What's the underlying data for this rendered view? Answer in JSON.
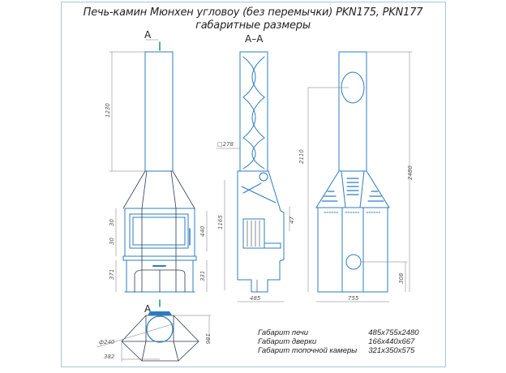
{
  "title": {
    "line1": "Печь-камин Мюнхен угловоу (без перемычки) PKN175, PKN177",
    "line2": "габаритные размеры"
  },
  "section_labels": {
    "a_top": "A",
    "a_bottom": "A",
    "section": "A–A"
  },
  "dimensions": {
    "front": {
      "chimney_height": "1230",
      "top_offset": "30",
      "bottom_offset": "30",
      "door_height": "440",
      "base_height": "371",
      "base_inner": "331"
    },
    "section": {
      "pipe_size": "□278",
      "height": "1165",
      "gap": "47",
      "depth": "485",
      "total": "2110"
    },
    "side": {
      "total_height": "2480",
      "outlet_height": "308",
      "width": "755"
    },
    "plan": {
      "diameter": "ф240",
      "offset": "382",
      "depth": "186"
    }
  },
  "specs": [
    {
      "label": "Габарит печи",
      "value": "485x755x2480"
    },
    {
      "label": "Габарит дверки",
      "value": "166x440x667"
    },
    {
      "label": "Габарит топочной камеры",
      "value": "321x350x575"
    }
  ],
  "colors": {
    "outline": "#2d7cc0",
    "dark": "#2b3b4a",
    "dim": "#666666",
    "frame": "#a9c4d6"
  }
}
